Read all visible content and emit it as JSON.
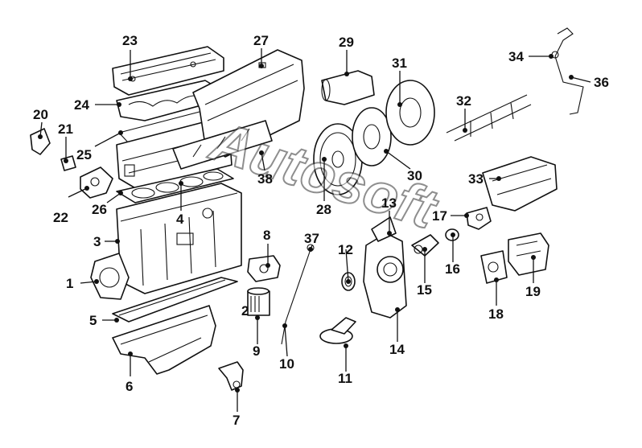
{
  "diagram": {
    "watermark": "Autosoft",
    "callouts": [
      {
        "id": "c1",
        "label": "1"
      },
      {
        "id": "c2",
        "label": "2"
      },
      {
        "id": "c3",
        "label": "3"
      },
      {
        "id": "c4",
        "label": "4"
      },
      {
        "id": "c5",
        "label": "5"
      },
      {
        "id": "c6",
        "label": "6"
      },
      {
        "id": "c7",
        "label": "7"
      },
      {
        "id": "c8",
        "label": "8"
      },
      {
        "id": "c9",
        "label": "9"
      },
      {
        "id": "c10",
        "label": "10"
      },
      {
        "id": "c11",
        "label": "11"
      },
      {
        "id": "c12",
        "label": "12"
      },
      {
        "id": "c13",
        "label": "13"
      },
      {
        "id": "c14",
        "label": "14"
      },
      {
        "id": "c15",
        "label": "15"
      },
      {
        "id": "c16",
        "label": "16"
      },
      {
        "id": "c17",
        "label": "17"
      },
      {
        "id": "c18",
        "label": "18"
      },
      {
        "id": "c19",
        "label": "19"
      },
      {
        "id": "c20",
        "label": "20"
      },
      {
        "id": "c21",
        "label": "21"
      },
      {
        "id": "c22",
        "label": "22"
      },
      {
        "id": "c23",
        "label": "23"
      },
      {
        "id": "c24",
        "label": "24"
      },
      {
        "id": "c25",
        "label": "25"
      },
      {
        "id": "c26",
        "label": "26"
      },
      {
        "id": "c27",
        "label": "27"
      },
      {
        "id": "c28",
        "label": "28"
      },
      {
        "id": "c29",
        "label": "29"
      },
      {
        "id": "c30",
        "label": "30"
      },
      {
        "id": "c31",
        "label": "31"
      },
      {
        "id": "c32",
        "label": "32"
      },
      {
        "id": "c33",
        "label": "33"
      },
      {
        "id": "c34",
        "label": "34"
      },
      {
        "id": "c36",
        "label": "36"
      },
      {
        "id": "c37",
        "label": "37"
      },
      {
        "id": "c38",
        "label": "38"
      }
    ]
  }
}
